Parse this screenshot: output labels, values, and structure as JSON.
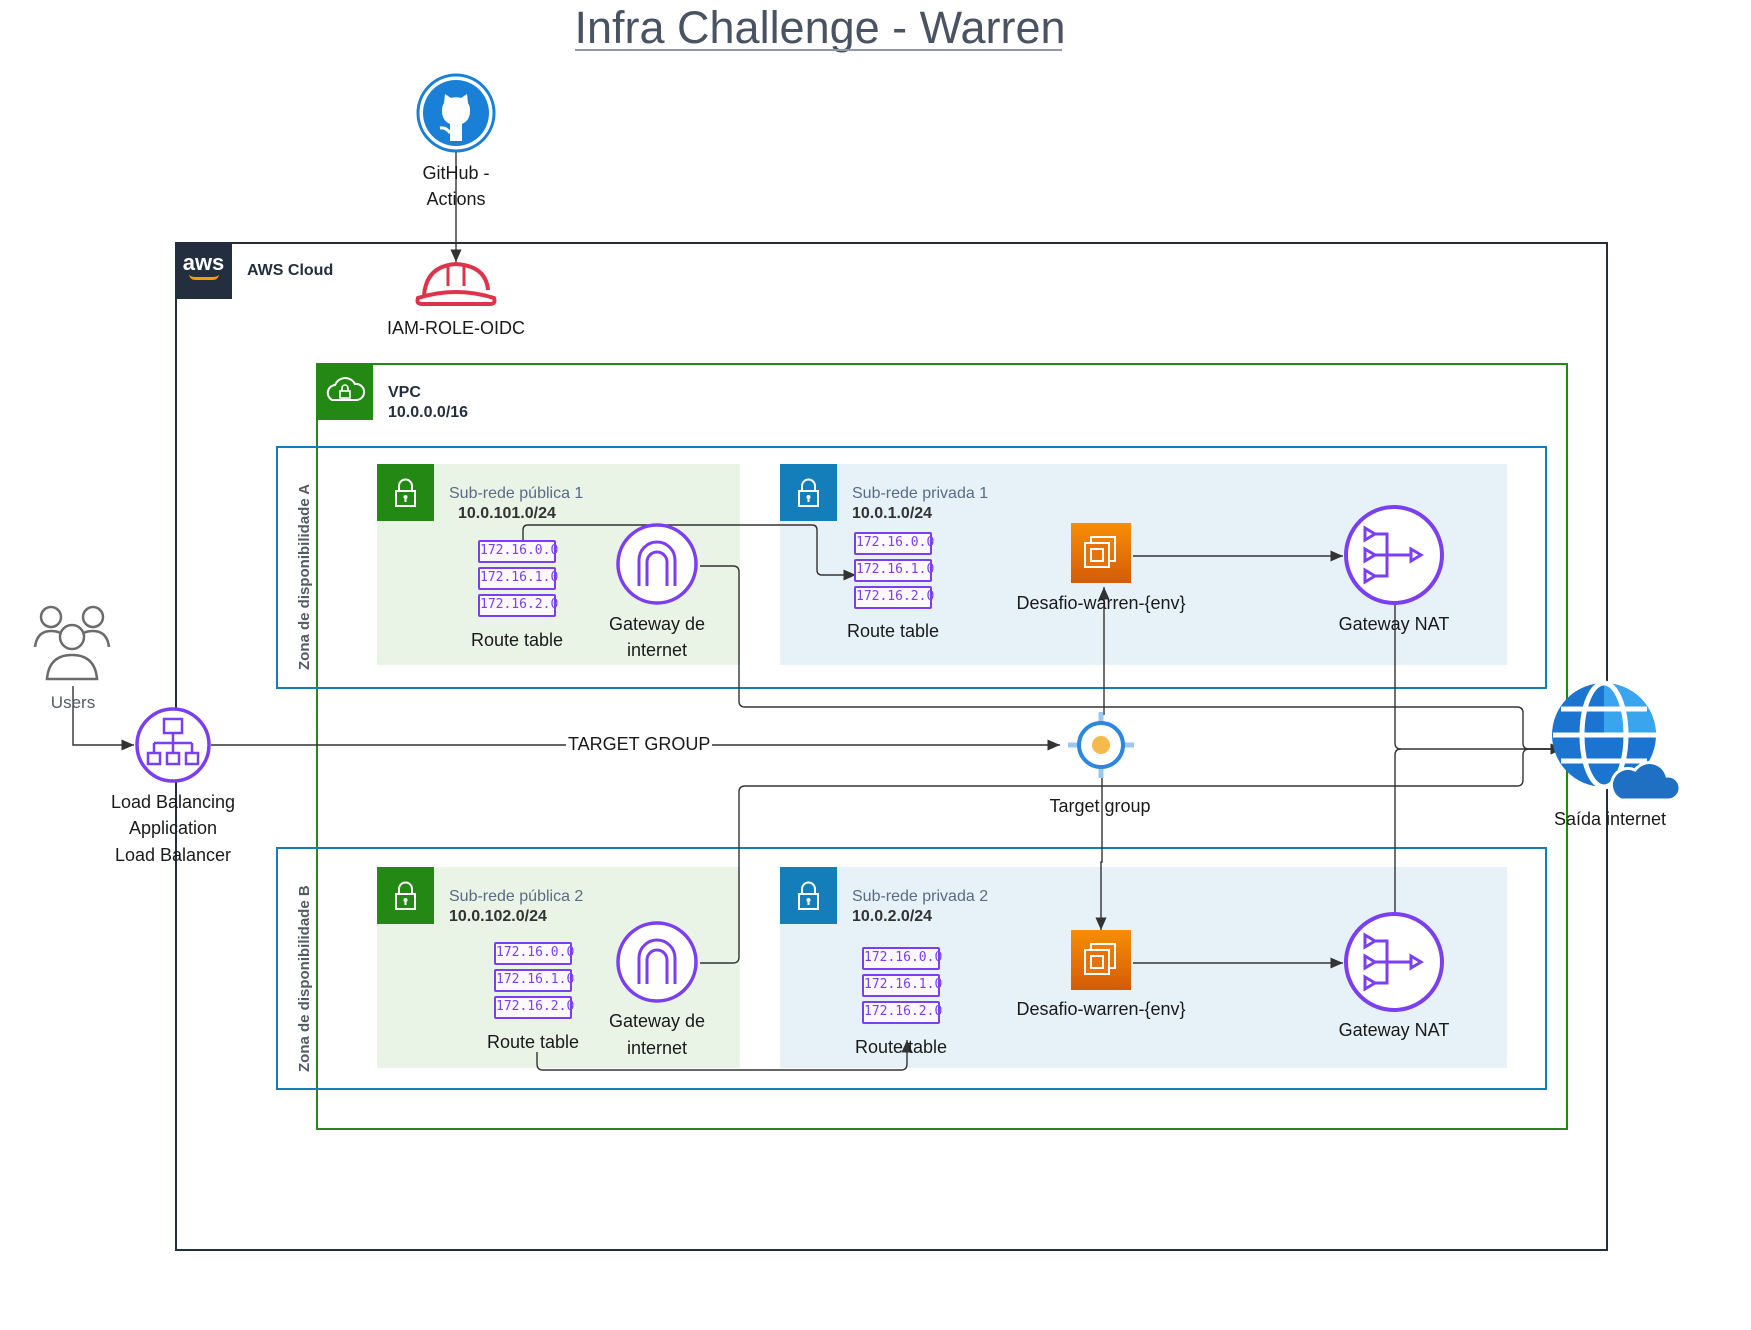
{
  "title": "Infra Challenge - Warren",
  "github": {
    "label_line1": "GitHub -",
    "label_line2": "Actions",
    "icon": "github-icon"
  },
  "iam": {
    "label": "IAM-ROLE-OIDC",
    "icon": "iam-role-helmet-icon"
  },
  "aws_cloud": {
    "label": "AWS Cloud",
    "logo_text": "aws"
  },
  "vpc": {
    "name": "VPC",
    "cidr": "10.0.0.0/16"
  },
  "zones": {
    "a": "Zona de disponibilidade A",
    "b": "Zona de disponibilidade B"
  },
  "subnets": {
    "pub1": {
      "name": "Sub-rede pública 1",
      "cidr": "10.0.101.0/24"
    },
    "priv1": {
      "name": "Sub-rede privada 1",
      "cidr": "10.0.1.0/24"
    },
    "pub2": {
      "name": "Sub-rede pública 2",
      "cidr": "10.0.102.0/24"
    },
    "priv2": {
      "name": "Sub-rede privada 2",
      "cidr": "10.0.2.0/24"
    }
  },
  "route_table": {
    "label": "Route table",
    "rows": [
      "172.16.0.0",
      "172.16.1.0",
      "172.16.2.0"
    ]
  },
  "igw": {
    "line1": "Gateway de",
    "line2": "internet"
  },
  "nat": {
    "label": "Gateway NAT"
  },
  "ec2": {
    "label": "Desafio-warren-{env}"
  },
  "users": {
    "label": "Users"
  },
  "alb": {
    "line1": "Load Balancing",
    "line2": "Application",
    "line3": "Load Balancer"
  },
  "target_group": {
    "label": "Target group",
    "edge_label": "TARGET GROUP"
  },
  "internet": {
    "label": "Saída internet"
  },
  "colors": {
    "aws_dark": "#232f3e",
    "vpc_green": "#248814",
    "az_blue": "#147eba",
    "purple": "#7b3ff2",
    "ec2_orange": "#e8710a",
    "iam_red": "#dd344c"
  }
}
